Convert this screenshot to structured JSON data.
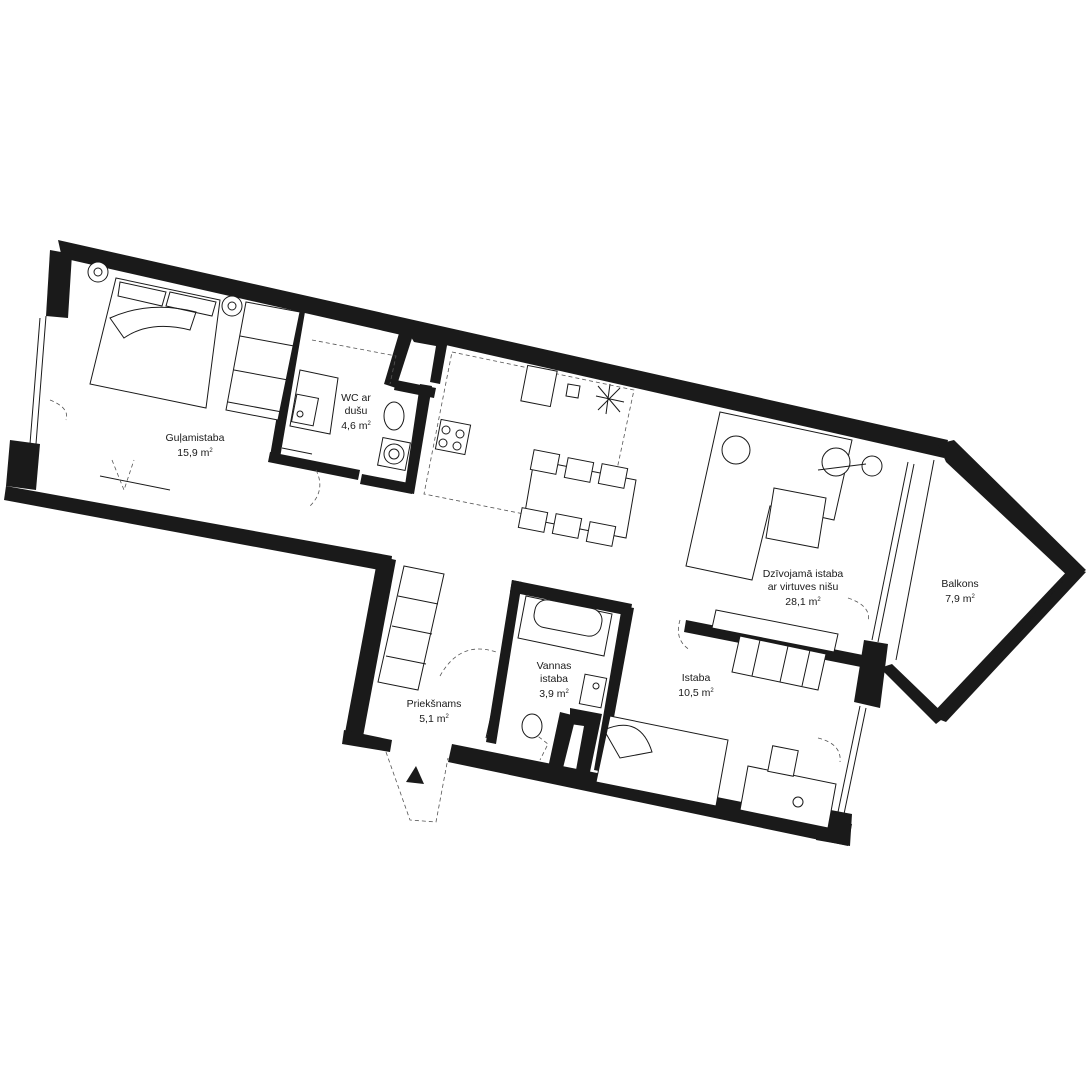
{
  "rooms": [
    {
      "name": "Guļamistaba",
      "area_value": "15,9 m",
      "area_unit_sup": "2"
    },
    {
      "name": "WC ar",
      "name2": "dušu",
      "area_value": "4,6 m",
      "area_unit_sup": "2"
    },
    {
      "name": "Dzīvojamā istaba",
      "name2": "ar virtuves nišu",
      "area_value": "28,1 m",
      "area_unit_sup": "2"
    },
    {
      "name": "Balkons",
      "area_value": "7,9 m",
      "area_unit_sup": "2"
    },
    {
      "name": "Vannas",
      "name2": "istaba",
      "area_value": "3,9 m",
      "area_unit_sup": "2"
    },
    {
      "name": "Istaba",
      "area_value": "10,5 m",
      "area_unit_sup": "2"
    },
    {
      "name": "Priekšnams",
      "area_value": "5,1 m",
      "area_unit_sup": "2"
    }
  ],
  "colors": {
    "wall": "#1a1a1a",
    "background": "#ffffff"
  },
  "icons": {
    "entrance": "entrance-arrow-icon"
  }
}
